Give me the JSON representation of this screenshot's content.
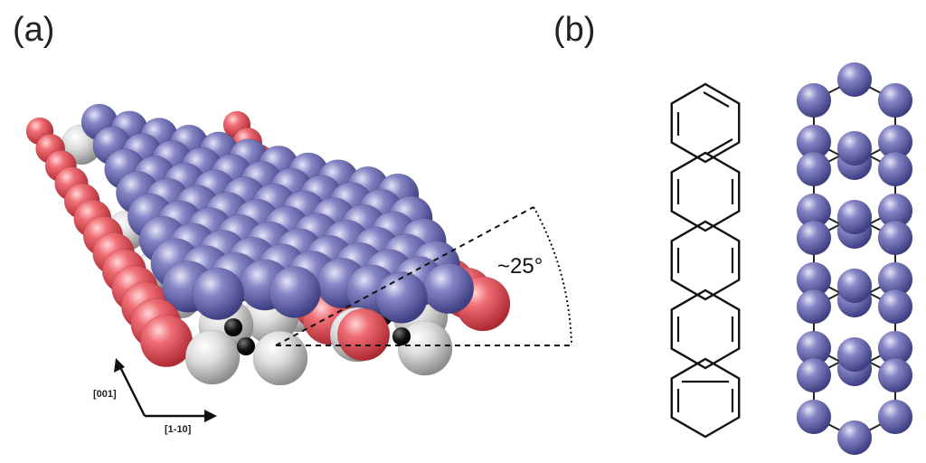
{
  "labels": {
    "a": "(a)",
    "b": "(b)"
  },
  "angle_text": "~25°",
  "axes": {
    "vertical": "[001]",
    "horizontal": "[1-10]"
  },
  "colors": {
    "red": "#e8505a",
    "blue": "#7474b6",
    "white": "#cfcfcf",
    "black": "#111111"
  }
}
